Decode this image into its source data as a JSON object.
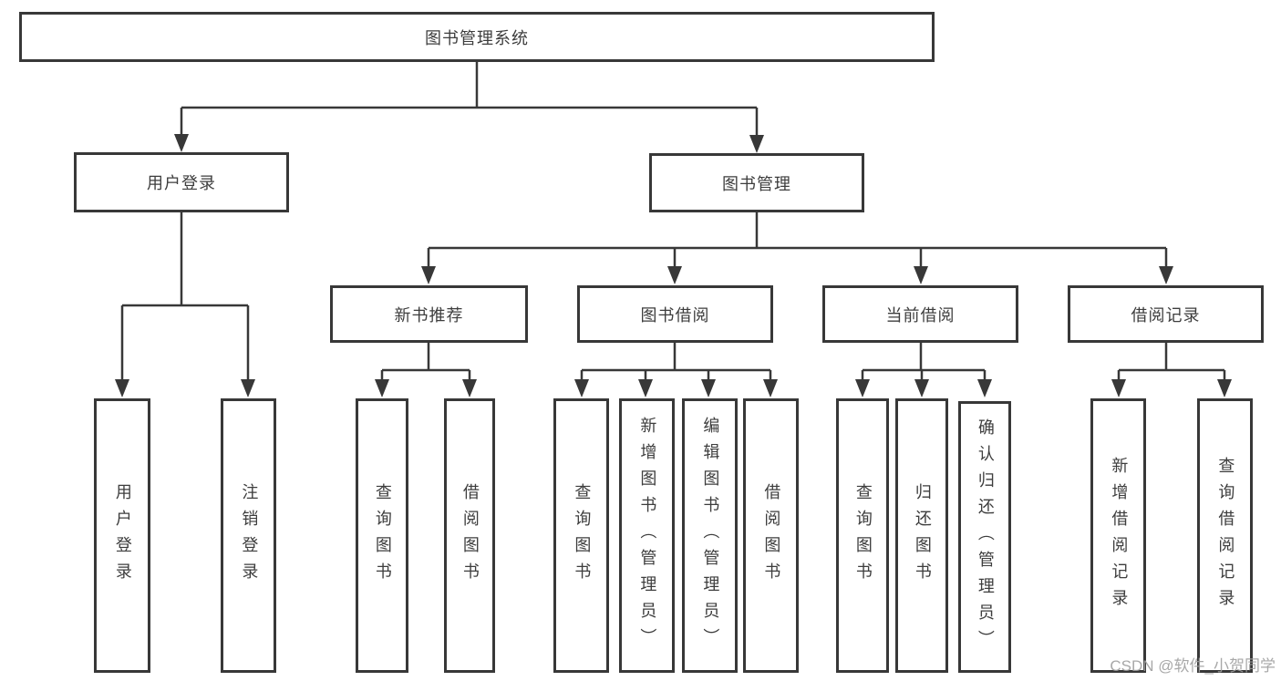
{
  "watermark": "CSDN @软件_小贺同学",
  "colors": {
    "line": "#383838",
    "box_border": "#383838",
    "text": "#3d3d3d",
    "watermark": "#9e9e9e",
    "background": "#ffffff"
  },
  "tree": {
    "root": {
      "label": "图书管理系统",
      "children": [
        {
          "label": "用户登录",
          "children": [
            {
              "label": "用户登录"
            },
            {
              "label": "注销登录"
            }
          ]
        },
        {
          "label": "图书管理",
          "children": [
            {
              "label": "新书推荐",
              "children": [
                {
                  "label": "查询图书"
                },
                {
                  "label": "借阅图书"
                }
              ]
            },
            {
              "label": "图书借阅",
              "children": [
                {
                  "label": "查询图书"
                },
                {
                  "label": "新增图书（管理员）"
                },
                {
                  "label": "编辑图书（管理员）"
                },
                {
                  "label": "借阅图书"
                }
              ]
            },
            {
              "label": "当前借阅",
              "children": [
                {
                  "label": "查询图书"
                },
                {
                  "label": "归还图书"
                },
                {
                  "label": "确认归还（管理员）"
                }
              ]
            },
            {
              "label": "借阅记录",
              "children": [
                {
                  "label": "新增借阅记录"
                },
                {
                  "label": "查询借阅记录"
                }
              ]
            }
          ]
        }
      ]
    }
  }
}
